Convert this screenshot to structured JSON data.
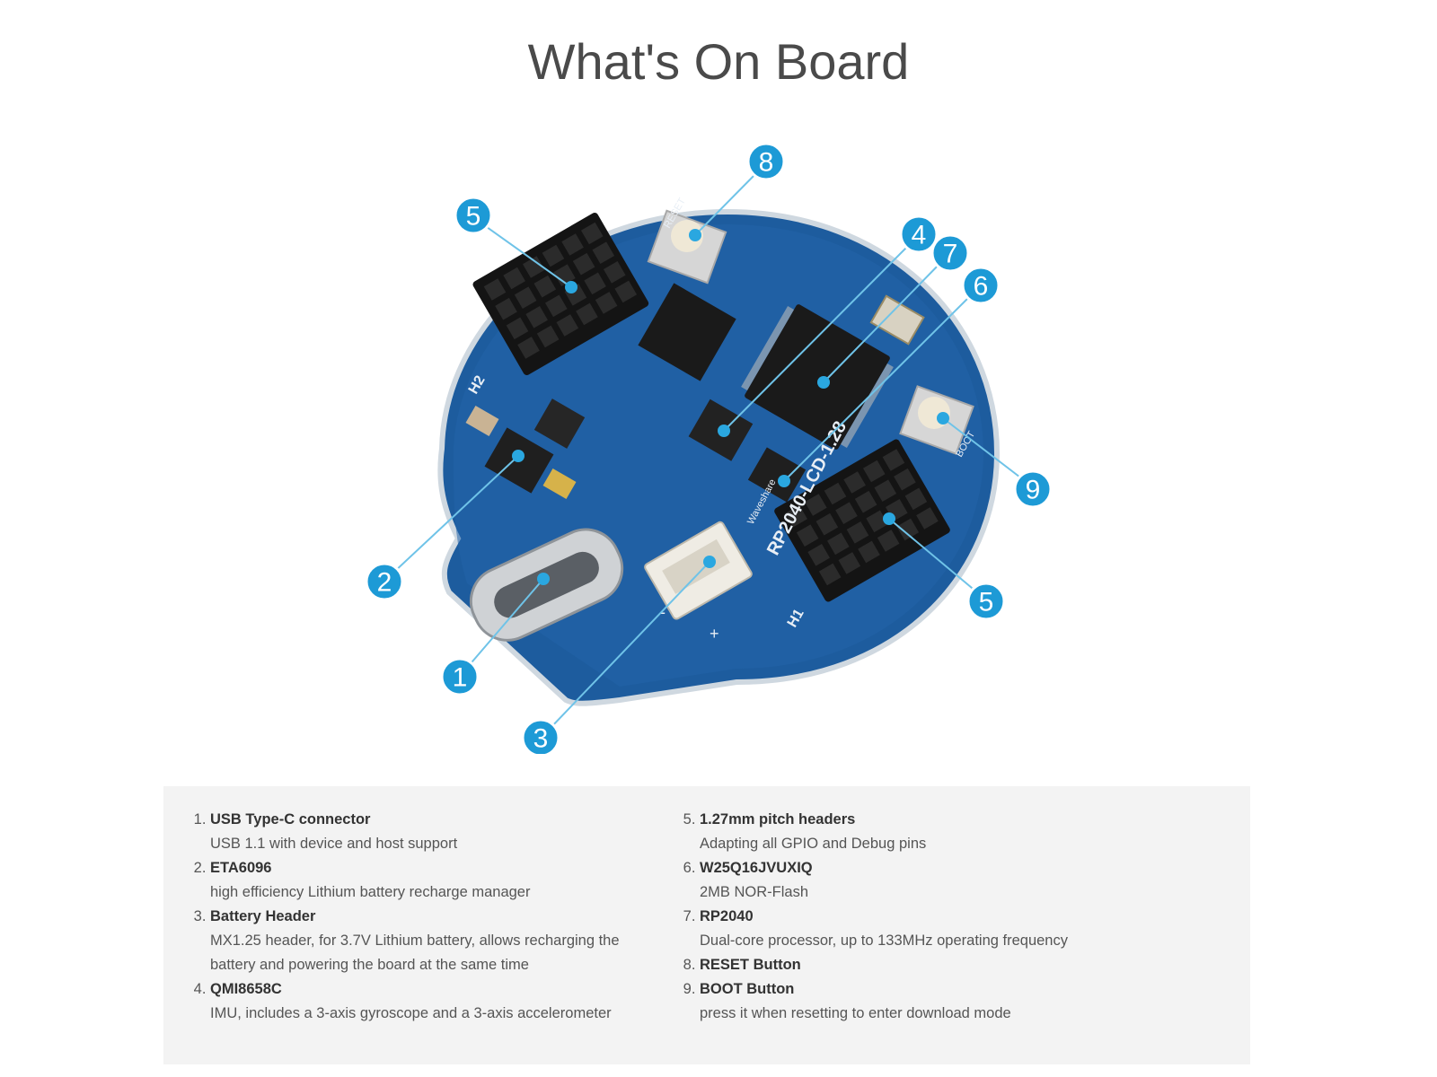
{
  "title": "What's On Board",
  "board": {
    "silk_h2": "H2",
    "silk_h1": "H1",
    "silk_model": "RP2040-LCD-1.28",
    "silk_brand": "Waveshare",
    "silk_boot": "BOOT",
    "silk_reset": "RESET",
    "silk_minus": "-",
    "silk_plus": "+"
  },
  "callouts": [
    {
      "n": "1"
    },
    {
      "n": "2"
    },
    {
      "n": "3"
    },
    {
      "n": "4"
    },
    {
      "n": "5"
    },
    {
      "n": "5"
    },
    {
      "n": "6"
    },
    {
      "n": "7"
    },
    {
      "n": "8"
    },
    {
      "n": "9"
    }
  ],
  "features_left": [
    {
      "title": "USB Type-C connector",
      "desc": "USB 1.1 with device and host support"
    },
    {
      "title": "ETA6096",
      "desc": "high efficiency Lithium battery recharge manager"
    },
    {
      "title": "Battery Header",
      "desc": "MX1.25 header, for 3.7V Lithium battery, allows recharging the battery and powering the board at the same time"
    },
    {
      "title": "QMI8658C",
      "desc": "IMU, includes a 3-axis gyroscope and a 3-axis accelerometer"
    }
  ],
  "features_right": [
    {
      "title": "1.27mm pitch headers",
      "desc": "Adapting all GPIO and Debug pins"
    },
    {
      "title": "W25Q16JVUXIQ",
      "desc": "2MB NOR-Flash"
    },
    {
      "title": "RP2040",
      "desc": "Dual-core processor, up to 133MHz operating frequency"
    },
    {
      "title": "RESET Button",
      "desc": ""
    },
    {
      "title": "BOOT Button",
      "desc": "press it when resetting to enter download mode"
    }
  ],
  "colors": {
    "accent": "#1d9ad6",
    "pcb": "#1d5c9e",
    "panel": "#f3f3f3"
  }
}
